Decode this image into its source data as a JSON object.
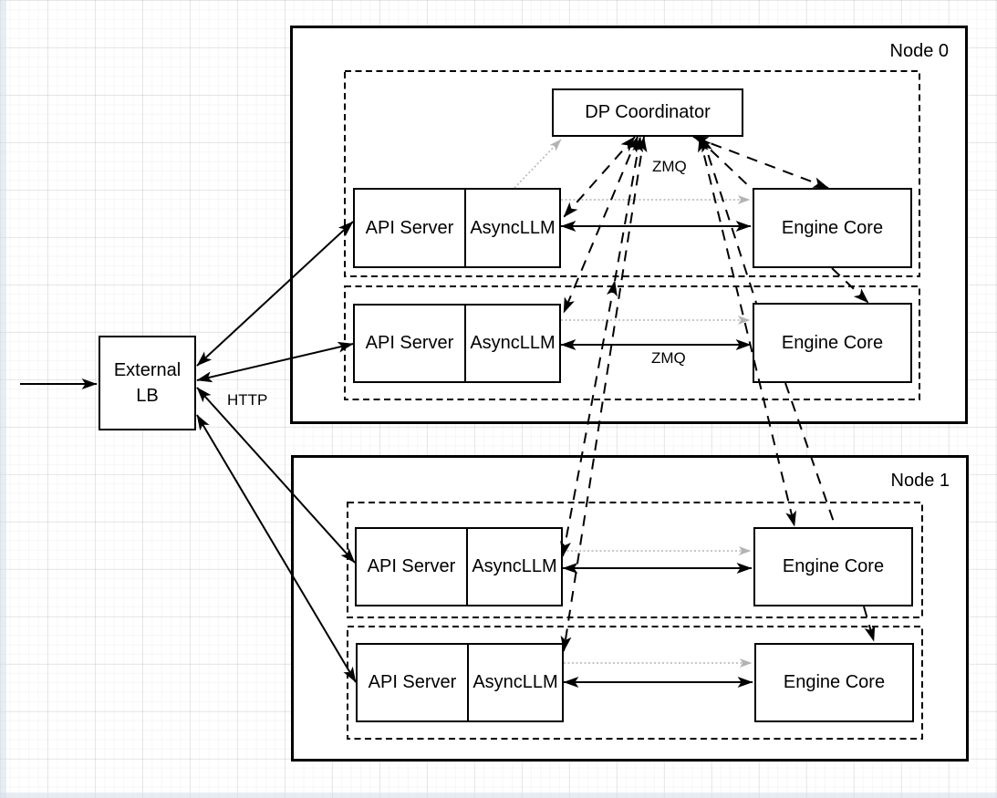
{
  "diagram": {
    "external_lb": {
      "line1": "External",
      "line2": "LB"
    },
    "dp_coordinator": {
      "label": "DP Coordinator"
    },
    "nodes": [
      {
        "label": "Node 0"
      },
      {
        "label": "Node 1"
      }
    ],
    "rows": [
      {
        "api_server": "API Server",
        "async_llm": "AsyncLLM",
        "engine_core": "Engine Core"
      },
      {
        "api_server": "API Server",
        "async_llm": "AsyncLLM",
        "engine_core": "Engine Core"
      },
      {
        "api_server": "API Server",
        "async_llm": "AsyncLLM",
        "engine_core": "Engine Core"
      },
      {
        "api_server": "API Server",
        "async_llm": "AsyncLLM",
        "engine_core": "Engine Core"
      }
    ],
    "edge_labels": {
      "http": "HTTP",
      "zmq_coordinator": "ZMQ",
      "zmq_engine": "ZMQ"
    },
    "colors": {
      "line": "#000000",
      "muted_arrow": "#b3b3b3",
      "box_fill": "#ffffff",
      "box_border": "#000000"
    }
  }
}
